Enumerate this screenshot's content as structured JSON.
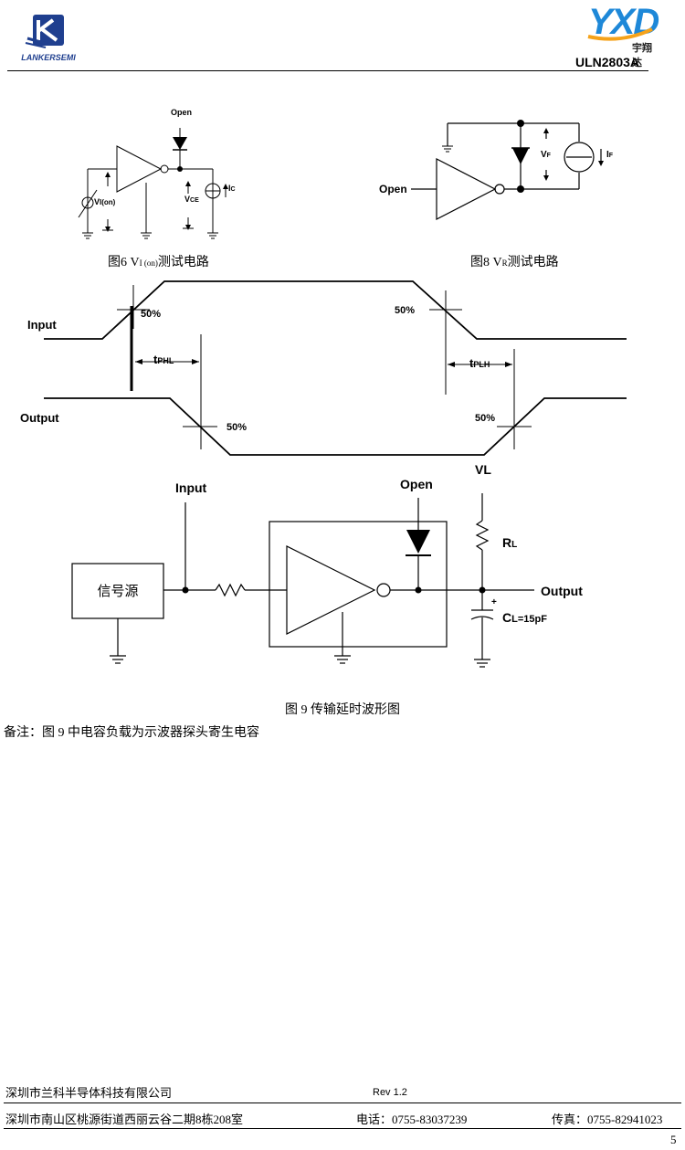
{
  "header": {
    "logo_left_text": "LANKERSEMI",
    "logo_right_letters": "YXD",
    "logo_right_cn": "宇翔达",
    "part_number": "ULN2803A",
    "colors": {
      "lanker_blue": "#1f3f8f",
      "yxd_blue": "#1e88d8",
      "yxd_orange": "#f5a21a"
    }
  },
  "fig6": {
    "open_label": "Open",
    "vi_label": "V",
    "vi_sub": "I(on)",
    "vce_label": "V",
    "vce_sub": "CE",
    "ic_label": "I",
    "ic_sub": "C",
    "caption_prefix": "图6 V",
    "caption_sub": "I (on)",
    "caption_suffix": "测试电路"
  },
  "fig8": {
    "open_label": "Open",
    "vf_label": "V",
    "vf_sub": "F",
    "if_label": "I",
    "if_sub": "F",
    "caption_prefix": "图8 V",
    "caption_sub": "R",
    "caption_suffix": "测试电路"
  },
  "timing": {
    "input_label": "Input",
    "output_label": "Output",
    "pct_labels": [
      "50%",
      "50%",
      "50%",
      "50%"
    ],
    "tphl_t": "t",
    "tphl_sub": "PHL",
    "tplh_t": "t",
    "tplh_sub": "PLH"
  },
  "fig9": {
    "input_label": "Input",
    "open_label": "Open",
    "vl_label": "VL",
    "rl_label": "R",
    "rl_sub": "L",
    "output_label": "Output",
    "cl_label": "C",
    "cl_sub": "L=15pF",
    "plus": "+",
    "source_label": "信号源",
    "caption": "图 9 传输延时波形图"
  },
  "note": "备注：图 9 中电容负载为示波器探头寄生电容",
  "footer": {
    "company": "深圳市兰科半导体科技有限公司",
    "rev": "Rev 1.2",
    "address": "深圳市南山区桃源街道西丽云谷二期8栋208室",
    "phone": "电话：0755-83037239",
    "fax": "传真：0755-82941023",
    "page_number": "5"
  }
}
